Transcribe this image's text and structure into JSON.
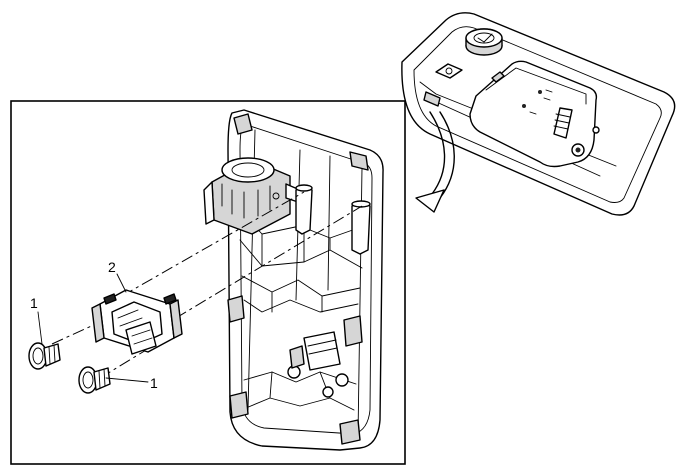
{
  "callouts": [
    {
      "id": "callout-1-upper",
      "text": "1"
    },
    {
      "id": "callout-2",
      "text": "2"
    },
    {
      "id": "callout-1-lower",
      "text": "1"
    }
  ]
}
